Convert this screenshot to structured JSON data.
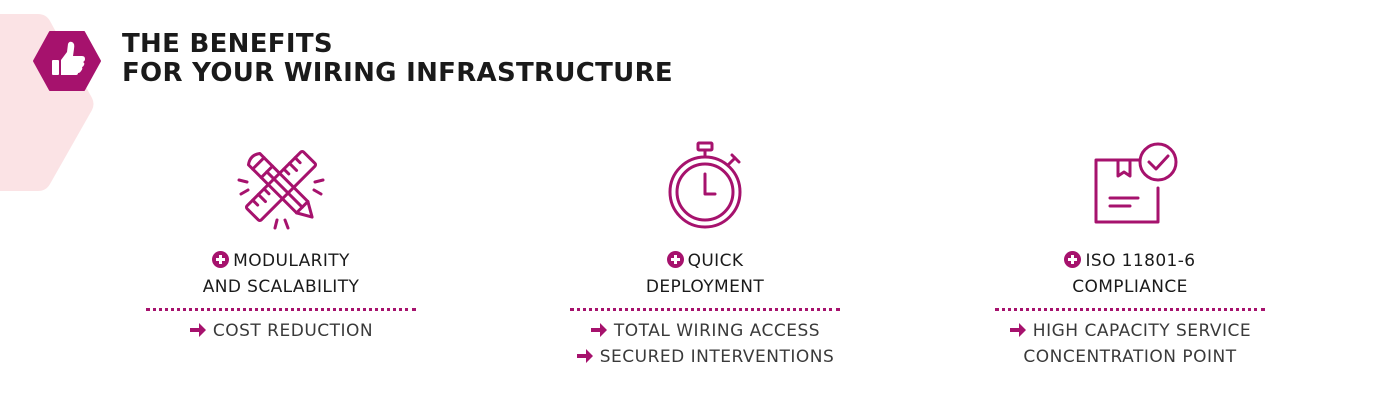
{
  "colors": {
    "accent": "#a6126d",
    "background_hex": "#fbe3e5",
    "text": "#1a1a1a"
  },
  "header": {
    "icon": "thumbs-up-icon",
    "title_lines": [
      "THE BENEFITS",
      "FOR YOUR WIRING INFRASTRUCTURE"
    ]
  },
  "benefits": [
    {
      "icon": "ruler-pencil-icon",
      "heading_lines": [
        "MODULARITY",
        "AND SCALABILITY"
      ],
      "points": [
        "COST REDUCTION"
      ]
    },
    {
      "icon": "stopwatch-icon",
      "heading_lines": [
        "QUICK",
        "DEPLOYMENT"
      ],
      "points": [
        "TOTAL WIRING ACCESS",
        "SECURED INTERVENTIONS"
      ]
    },
    {
      "icon": "certified-box-icon",
      "heading_lines": [
        "ISO 11801-6",
        "COMPLIANCE"
      ],
      "points": [
        "HIGH CAPACITY SERVICE",
        "CONCENTRATION POINT"
      ]
    }
  ]
}
